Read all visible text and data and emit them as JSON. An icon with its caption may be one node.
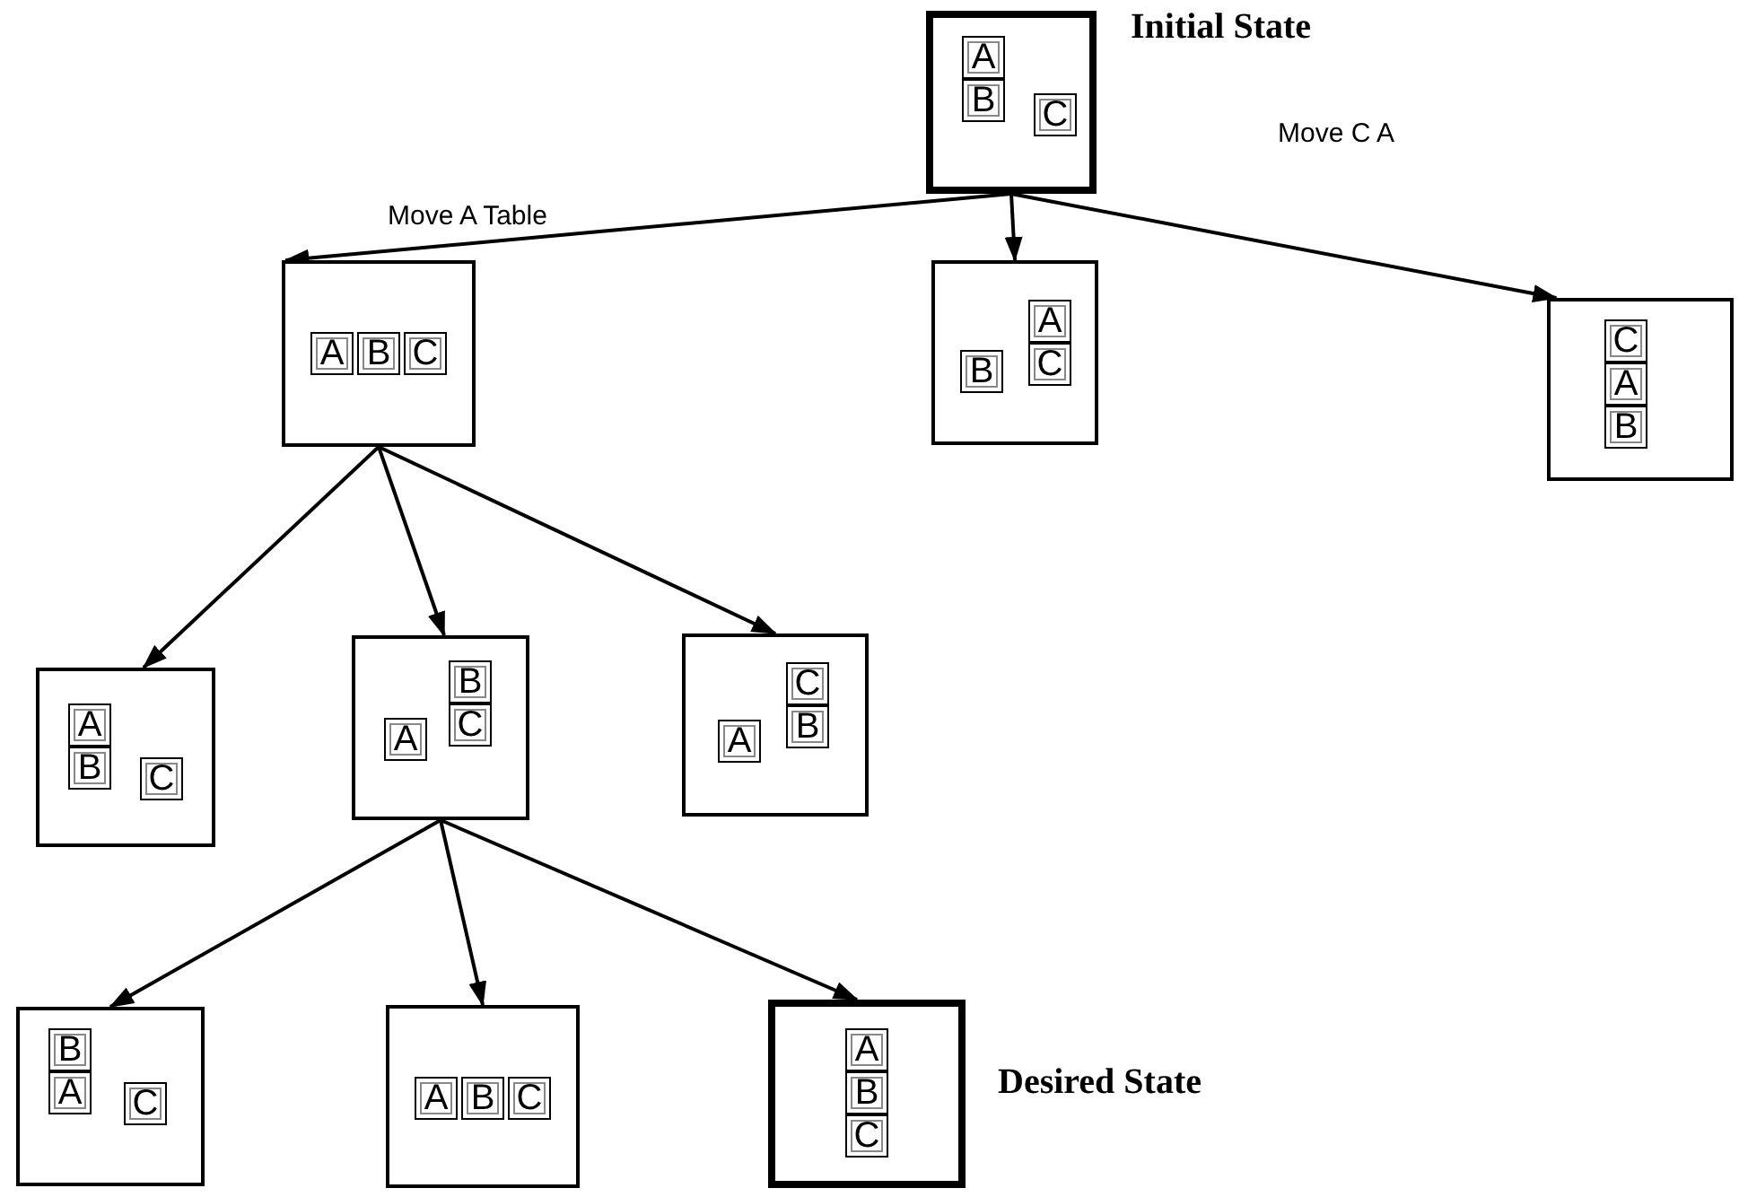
{
  "diagram": {
    "nodes": [
      {
        "text": [],
        "shape": "box",
        "beside": [
          "Initial State"
        ]
      },
      {
        "text": [
          "A"
        ],
        "in": 0
      },
      {
        "text": [
          "B"
        ],
        "in": 0
      },
      {
        "text": [
          "C"
        ],
        "in": 0
      },
      {
        "text": [],
        "shape": "box"
      },
      {
        "text": [
          "A"
        ],
        "in": 4
      },
      {
        "text": [
          "B"
        ],
        "in": 4
      },
      {
        "text": [
          "C"
        ],
        "in": 4
      },
      {
        "text": [],
        "shape": "box"
      },
      {
        "text": [
          "A"
        ],
        "in": 8
      },
      {
        "text": [
          "B"
        ],
        "in": 8
      },
      {
        "text": [
          "C"
        ],
        "in": 8
      },
      {
        "text": [],
        "shape": "box"
      },
      {
        "text": [
          "C"
        ],
        "in": 12
      },
      {
        "text": [
          "A"
        ],
        "in": 12
      },
      {
        "text": [
          "B"
        ],
        "in": 12
      },
      {
        "text": [],
        "shape": "box"
      },
      {
        "text": [
          "A"
        ],
        "in": 16
      },
      {
        "text": [
          "B"
        ],
        "in": 16
      },
      {
        "text": [
          "C"
        ],
        "in": 16
      },
      {
        "text": [],
        "shape": "box"
      },
      {
        "text": [
          "B"
        ],
        "in": 20
      },
      {
        "text": [
          "A"
        ],
        "in": 20
      },
      {
        "text": [
          "C"
        ],
        "in": 20
      },
      {
        "text": [],
        "shape": "box"
      },
      {
        "text": [
          "C"
        ],
        "in": 24
      },
      {
        "text": [
          "A"
        ],
        "in": 24
      },
      {
        "text": [
          "B"
        ],
        "in": 24
      },
      {
        "text": [],
        "shape": "box"
      },
      {
        "text": [
          "B"
        ],
        "in": 28
      },
      {
        "text": [
          "A"
        ],
        "in": 28
      },
      {
        "text": [
          "C"
        ],
        "in": 28
      },
      {
        "text": [],
        "shape": "box"
      },
      {
        "text": [
          "A"
        ],
        "in": 32
      },
      {
        "text": [
          "B"
        ],
        "in": 32
      },
      {
        "text": [
          "C"
        ],
        "in": 32
      },
      {
        "text": [],
        "shape": "box",
        "beside": [
          "Desired State"
        ]
      },
      {
        "text": [
          "A"
        ],
        "in": 36
      },
      {
        "text": [
          "B"
        ],
        "in": 36
      },
      {
        "text": [
          "C"
        ],
        "in": 36
      }
    ],
    "edges": [
      {
        "from": 0,
        "to": 4,
        "arrow": "to",
        "label": "Move A Table"
      },
      {
        "from": 0,
        "to": 8,
        "arrow": "to"
      },
      {
        "from": 0,
        "to": 12,
        "arrow": "to",
        "label": "Move C A"
      },
      {
        "from": 4,
        "to": 16,
        "arrow": "to"
      },
      {
        "from": 4,
        "to": 20,
        "arrow": "to"
      },
      {
        "from": 4,
        "to": 24,
        "arrow": "to"
      },
      {
        "from": 20,
        "to": 28,
        "arrow": "to"
      },
      {
        "from": 20,
        "to": 32,
        "arrow": "to"
      },
      {
        "from": 20,
        "to": 36,
        "arrow": "to"
      }
    ]
  }
}
